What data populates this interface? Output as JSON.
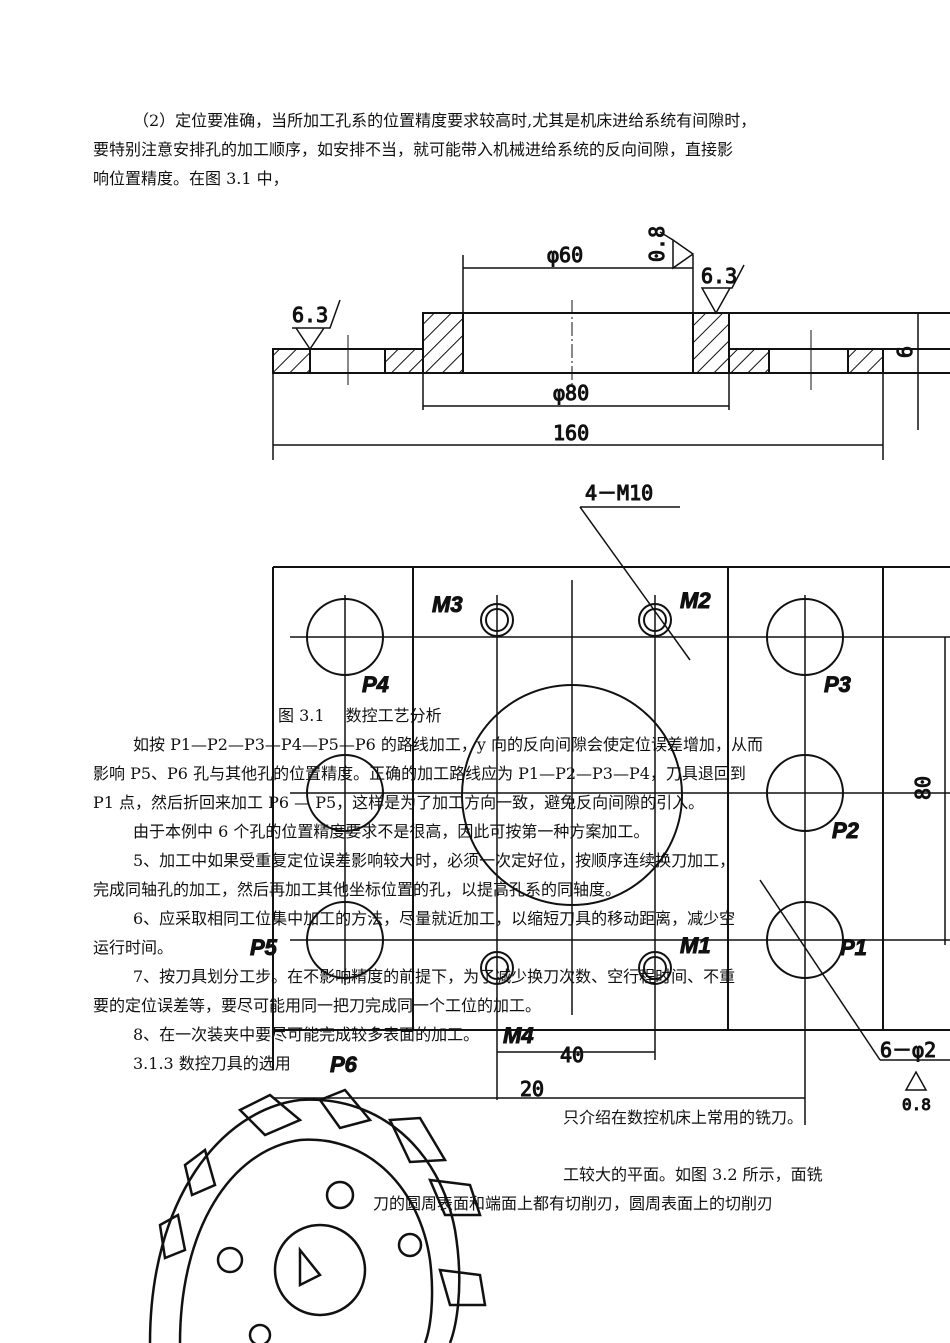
{
  "para_top": {
    "line1": "（2）定位要准确，当所加工孔系的位置精度要求较高时,尤其是机床进给系统有间隙时，",
    "line2": "要特别注意安排孔的加工顺序，如安排不当，就可能带入机械进给系统的反向间隙，直接影",
    "line3": "响位置精度。在图 3.1 中，"
  },
  "drawing": {
    "section": {
      "d60": "φ60",
      "ra08": "0.8",
      "ra63_right": "6.3",
      "ra63_left": "6.3",
      "thk": "6",
      "d80": "φ80",
      "len160": "160"
    },
    "plan": {
      "thread": "4－M10",
      "m3": "M3",
      "m2": "M2",
      "m4": "M4",
      "m1": "M1",
      "p1": "P1",
      "p2": "P2",
      "p3": "P3",
      "p4": "P4",
      "p5": "P5",
      "p6": "P6",
      "dim80": "80",
      "dim40": "40",
      "dim20": "20",
      "holes": "6－φ2",
      "ra08": "0.8"
    }
  },
  "figure_caption": "图 3.1　 数控工艺分析",
  "body": {
    "l1": "如按 P1—P2—P3—P4—P5—P6 的路线加工，y 向的反向间隙会使定位误差增加，从而",
    "l2": "影响 P5、P6 孔与其他孔的位置精度。正确的加工路线应为 P1—P2—P3—P4，刀具退回到",
    "l3": "P1 点，然后折回来加工 P6 — P5，这样是为了加工方向一致，避免反向间隙的引入。",
    "l4": "由于本例中 6 个孔的位置精度要求不是很高，因此可按第一种方案加工。",
    "l5": "5、加工中如果受重复定位误差影响较大时，必须一次定好位，按顺序连续换刀加工，",
    "l6": "完成同轴孔的加工，然后再加工其他坐标位置的孔，以提高孔系的同轴度。",
    "l7": "6、应采取相同工位集中加工的方法，尽量就近加工，以缩短刀具的移动距离，减少空",
    "l8": "运行时间。",
    "l9": "7、按刀具划分工步。在不影响精度的前提下，为了减少换刀次数、空行程时间、不重",
    "l10": "要的定位误差等，要尽可能用同一把刀完成同一个工位的加工。",
    "l11": "8、在一次装夹中要尽可能完成较多表面的加工。",
    "l12": "3.1.3 数控刀具的选用",
    "l13": "只介绍在数控机床上常用的铣刀。",
    "l14": "工较大的平面。如图 3.2 所示，面铣",
    "l15": "刀的圆周表面和端面上都有切削刃，圆周表面上的切削刃"
  }
}
